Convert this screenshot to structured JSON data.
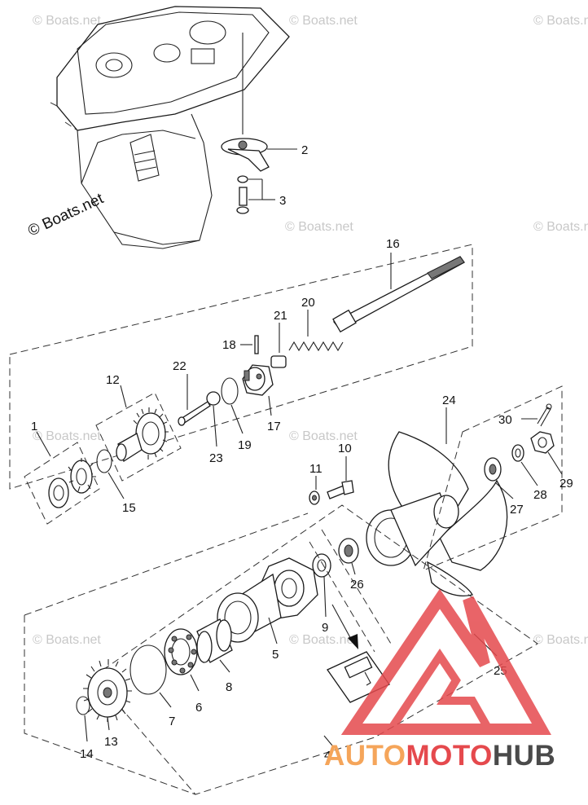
{
  "diagram": {
    "watermark_text": "© Boats.net",
    "primary_watermark": "© Boats.net",
    "part_numbers": [
      "1",
      "2",
      "3",
      "4",
      "5",
      "6",
      "7",
      "8",
      "9",
      "10",
      "11",
      "12",
      "13",
      "14",
      "15",
      "16",
      "17",
      "18",
      "19",
      "20",
      "21",
      "22",
      "23",
      "24",
      "25",
      "26",
      "27",
      "28",
      "29",
      "30"
    ]
  },
  "brand": {
    "part1": "AUTO",
    "part2": "MOTO",
    "part3": "HUB",
    "color1": "#f5a55a",
    "color2": "#e5494d",
    "color3": "#4a4a4a"
  }
}
